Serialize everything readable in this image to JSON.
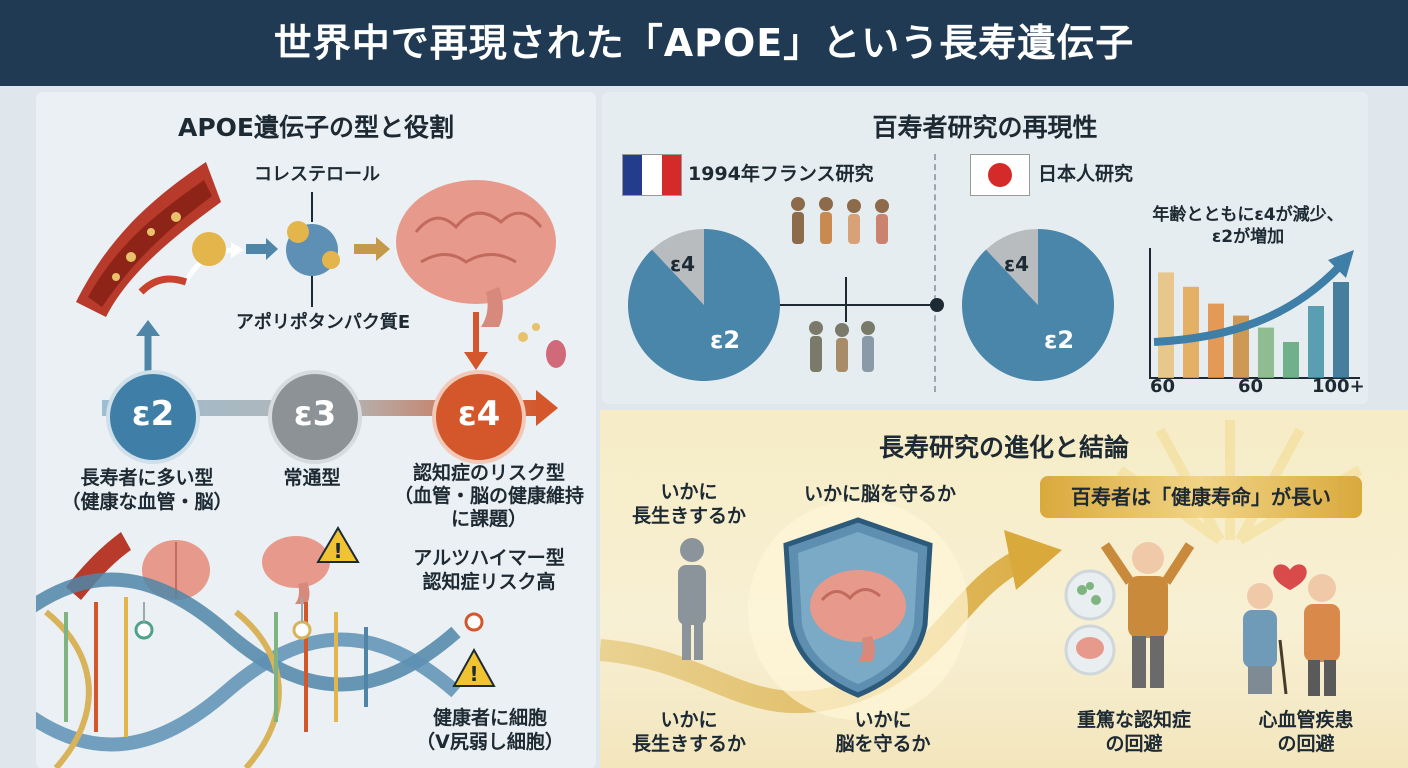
{
  "title": "世界中で再現された「APOE」という長寿遺伝子",
  "left": {
    "heading": "APOE遺伝子の型と役割",
    "cholesterol": "コレステロール",
    "apolipoprotein": "アポリポタンパク質E",
    "alleles": [
      {
        "symbol": "ε2",
        "desc": "長寿者に多い型\n（健康な血管・脳）",
        "color": "#3f7ea6"
      },
      {
        "symbol": "ε3",
        "desc": "常通型",
        "color": "#8c9296"
      },
      {
        "symbol": "ε4",
        "desc": "認知症のリスク型\n（血管・脳の健康維持\nに課題）",
        "color": "#d4562b"
      }
    ],
    "alzheimer": "アルツハイマー型\n認知症リスク高",
    "cells": "健康者に細胞\n（V尻弱し細胞）"
  },
  "top_right": {
    "heading": "百寿者研究の再現性",
    "study_france": "1994年フランス研究",
    "study_japan": "日本人研究",
    "pie_labels": {
      "e4": "ε4",
      "e2": "ε2"
    },
    "chart_title": "年齢とともにε4が減少、\nε2が増加",
    "x_ticks": [
      "60",
      "60",
      "100+"
    ]
  },
  "chart_data": [
    {
      "type": "pie",
      "title": "1994年フランス研究",
      "slices": [
        {
          "label": "ε4",
          "value": 12
        },
        {
          "label": "ε2",
          "value": 88
        }
      ]
    },
    {
      "type": "pie",
      "title": "日本人研究",
      "slices": [
        {
          "label": "ε4",
          "value": 12
        },
        {
          "label": "ε2",
          "value": 88
        }
      ]
    },
    {
      "type": "bar",
      "title": "年齢とともにε4が減少、ε2が増加",
      "categories": [
        "",
        "",
        "",
        "",
        "",
        "",
        "",
        ""
      ],
      "x_tick_labels": [
        "60",
        "60",
        "100+"
      ],
      "values": [
        88,
        76,
        62,
        52,
        42,
        30,
        60,
        80
      ],
      "colors": [
        "#e8c07a",
        "#e3a54e",
        "#e38a3c",
        "#c98a3a",
        "#7fb380",
        "#5aa67a",
        "#3f8fa6",
        "#2c6a8e"
      ],
      "trend": "increasing"
    }
  ],
  "bottom_right": {
    "heading": "長寿研究の進化と結論",
    "q1_top": "いかに\n長生きするか",
    "q2_top": "いかに脳を守るか",
    "q1_bottom": "いかに\n長生きするか",
    "q2_bottom": "いかに\n脳を守るか",
    "banner": "百寿者は「健康寿命」が長い",
    "outcome1": "重篤な認知症\nの回避",
    "outcome2": "心血管疾患\nの回避"
  },
  "colors": {
    "header": "#1f3a52",
    "pie": "#4a86aa",
    "pie_minor": "#b9bcbf",
    "gold": "#e2b64a"
  }
}
